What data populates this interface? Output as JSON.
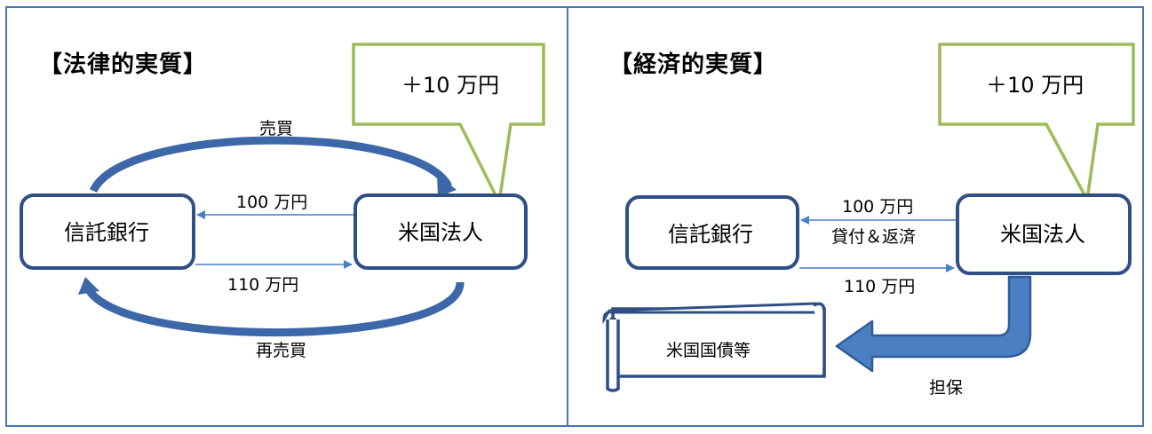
{
  "legal": {
    "heading": "【法律的実質】",
    "callout": "＋10 万円",
    "bank": "信託銀行",
    "corp": "米国法人",
    "top_flow": "売買",
    "arrow_top": "100 万円",
    "arrow_bottom": "110 万円",
    "bottom_flow": "再売買"
  },
  "economic": {
    "heading": "【経済的実質】",
    "callout": "＋10 万円",
    "bank": "信託銀行",
    "corp": "米国法人",
    "arrow_top": "100 万円",
    "arrow_mid": "貸付＆返済",
    "arrow_bottom": "110 万円",
    "collateral_item": "米国国債等",
    "collateral_label": "担保"
  },
  "colors": {
    "frame": "#4a74b8",
    "box_border": "#2f4f86",
    "callout_border": "#9bbb59",
    "arrow": "#4a7fc4"
  }
}
